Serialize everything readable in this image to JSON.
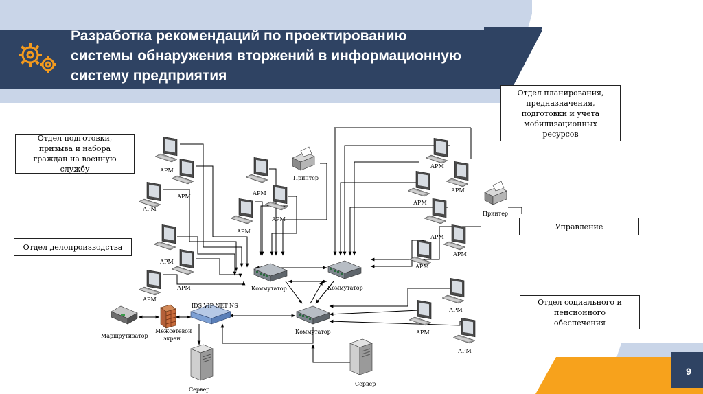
{
  "header": {
    "title_lines": [
      "Разработка рекомендаций по проектированию",
      "системы обнаружения вторжений в информационную",
      "систему предприятия"
    ]
  },
  "departments": {
    "conscription": "Отдел подготовки, призыва и набора граждан на военную службу",
    "records": "Отдел делопроизводства",
    "mobilization": "Отдел планирования, предназначения, подготовки и учета мобилизационных ресурсов",
    "management": "Управление",
    "social": "Отдел социального и пенсионного обеспечения"
  },
  "labels": {
    "arm": "АРМ",
    "printer": "Принтер",
    "switch": "Коммутатор",
    "router": "Маршрутизатор",
    "firewall_line1": "Межсетевой",
    "firewall_line2": "экран",
    "ids": "IDS VIP NET NS",
    "server": "Сервер"
  },
  "page_number": "9",
  "colors": {
    "navy": "#2f4363",
    "light_blue": "#c7d3e6",
    "orange": "#f7a21c",
    "gear": "#f39a1e"
  }
}
